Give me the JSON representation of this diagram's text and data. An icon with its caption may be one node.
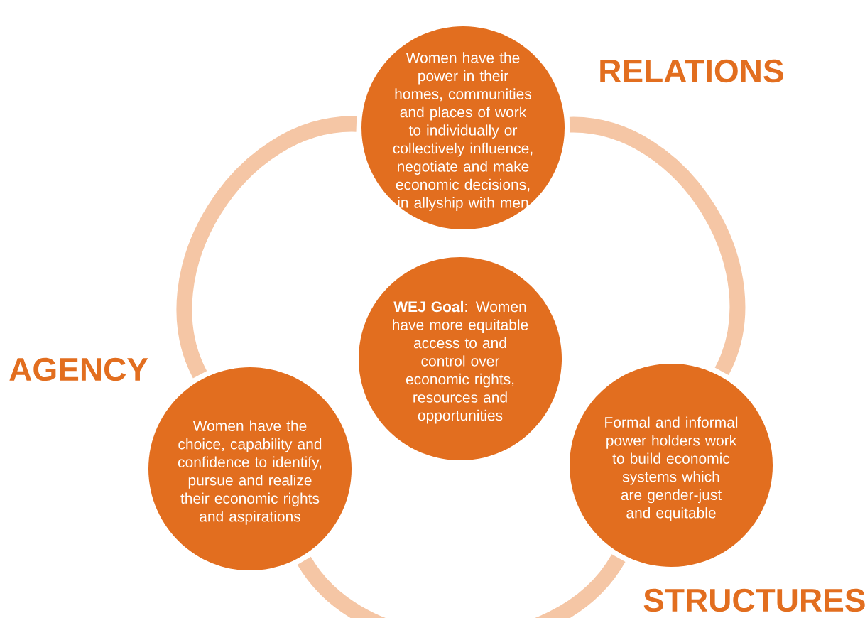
{
  "diagram": {
    "nodes": [
      {
        "text": [
          "Women have the power in their homes, communities and places of work to individually or collectively influence, negotiate and make economic decisions, in allyship with men"
        ]
      },
      {
        "text": [
          "**WEJ Goal**: Women have more equitable access to and control over economic rights, resources and opportunities"
        ]
      },
      {
        "text": [
          "Women have the choice, capability and confidence to identify, pursue and realize their economic rights and aspirations"
        ]
      },
      {
        "text": [
          "Formal and informal power holders work to build economic systems which are gender-just and equitable"
        ]
      }
    ],
    "edges": [
      {
        "from": 0,
        "to": 2,
        "arrow": "none"
      },
      {
        "from": 2,
        "to": 3,
        "arrow": "none"
      },
      {
        "from": 3,
        "to": 0,
        "arrow": "none"
      }
    ],
    "labels": [
      "RELATIONS",
      "AGENCY",
      "STRUCTURES"
    ]
  }
}
